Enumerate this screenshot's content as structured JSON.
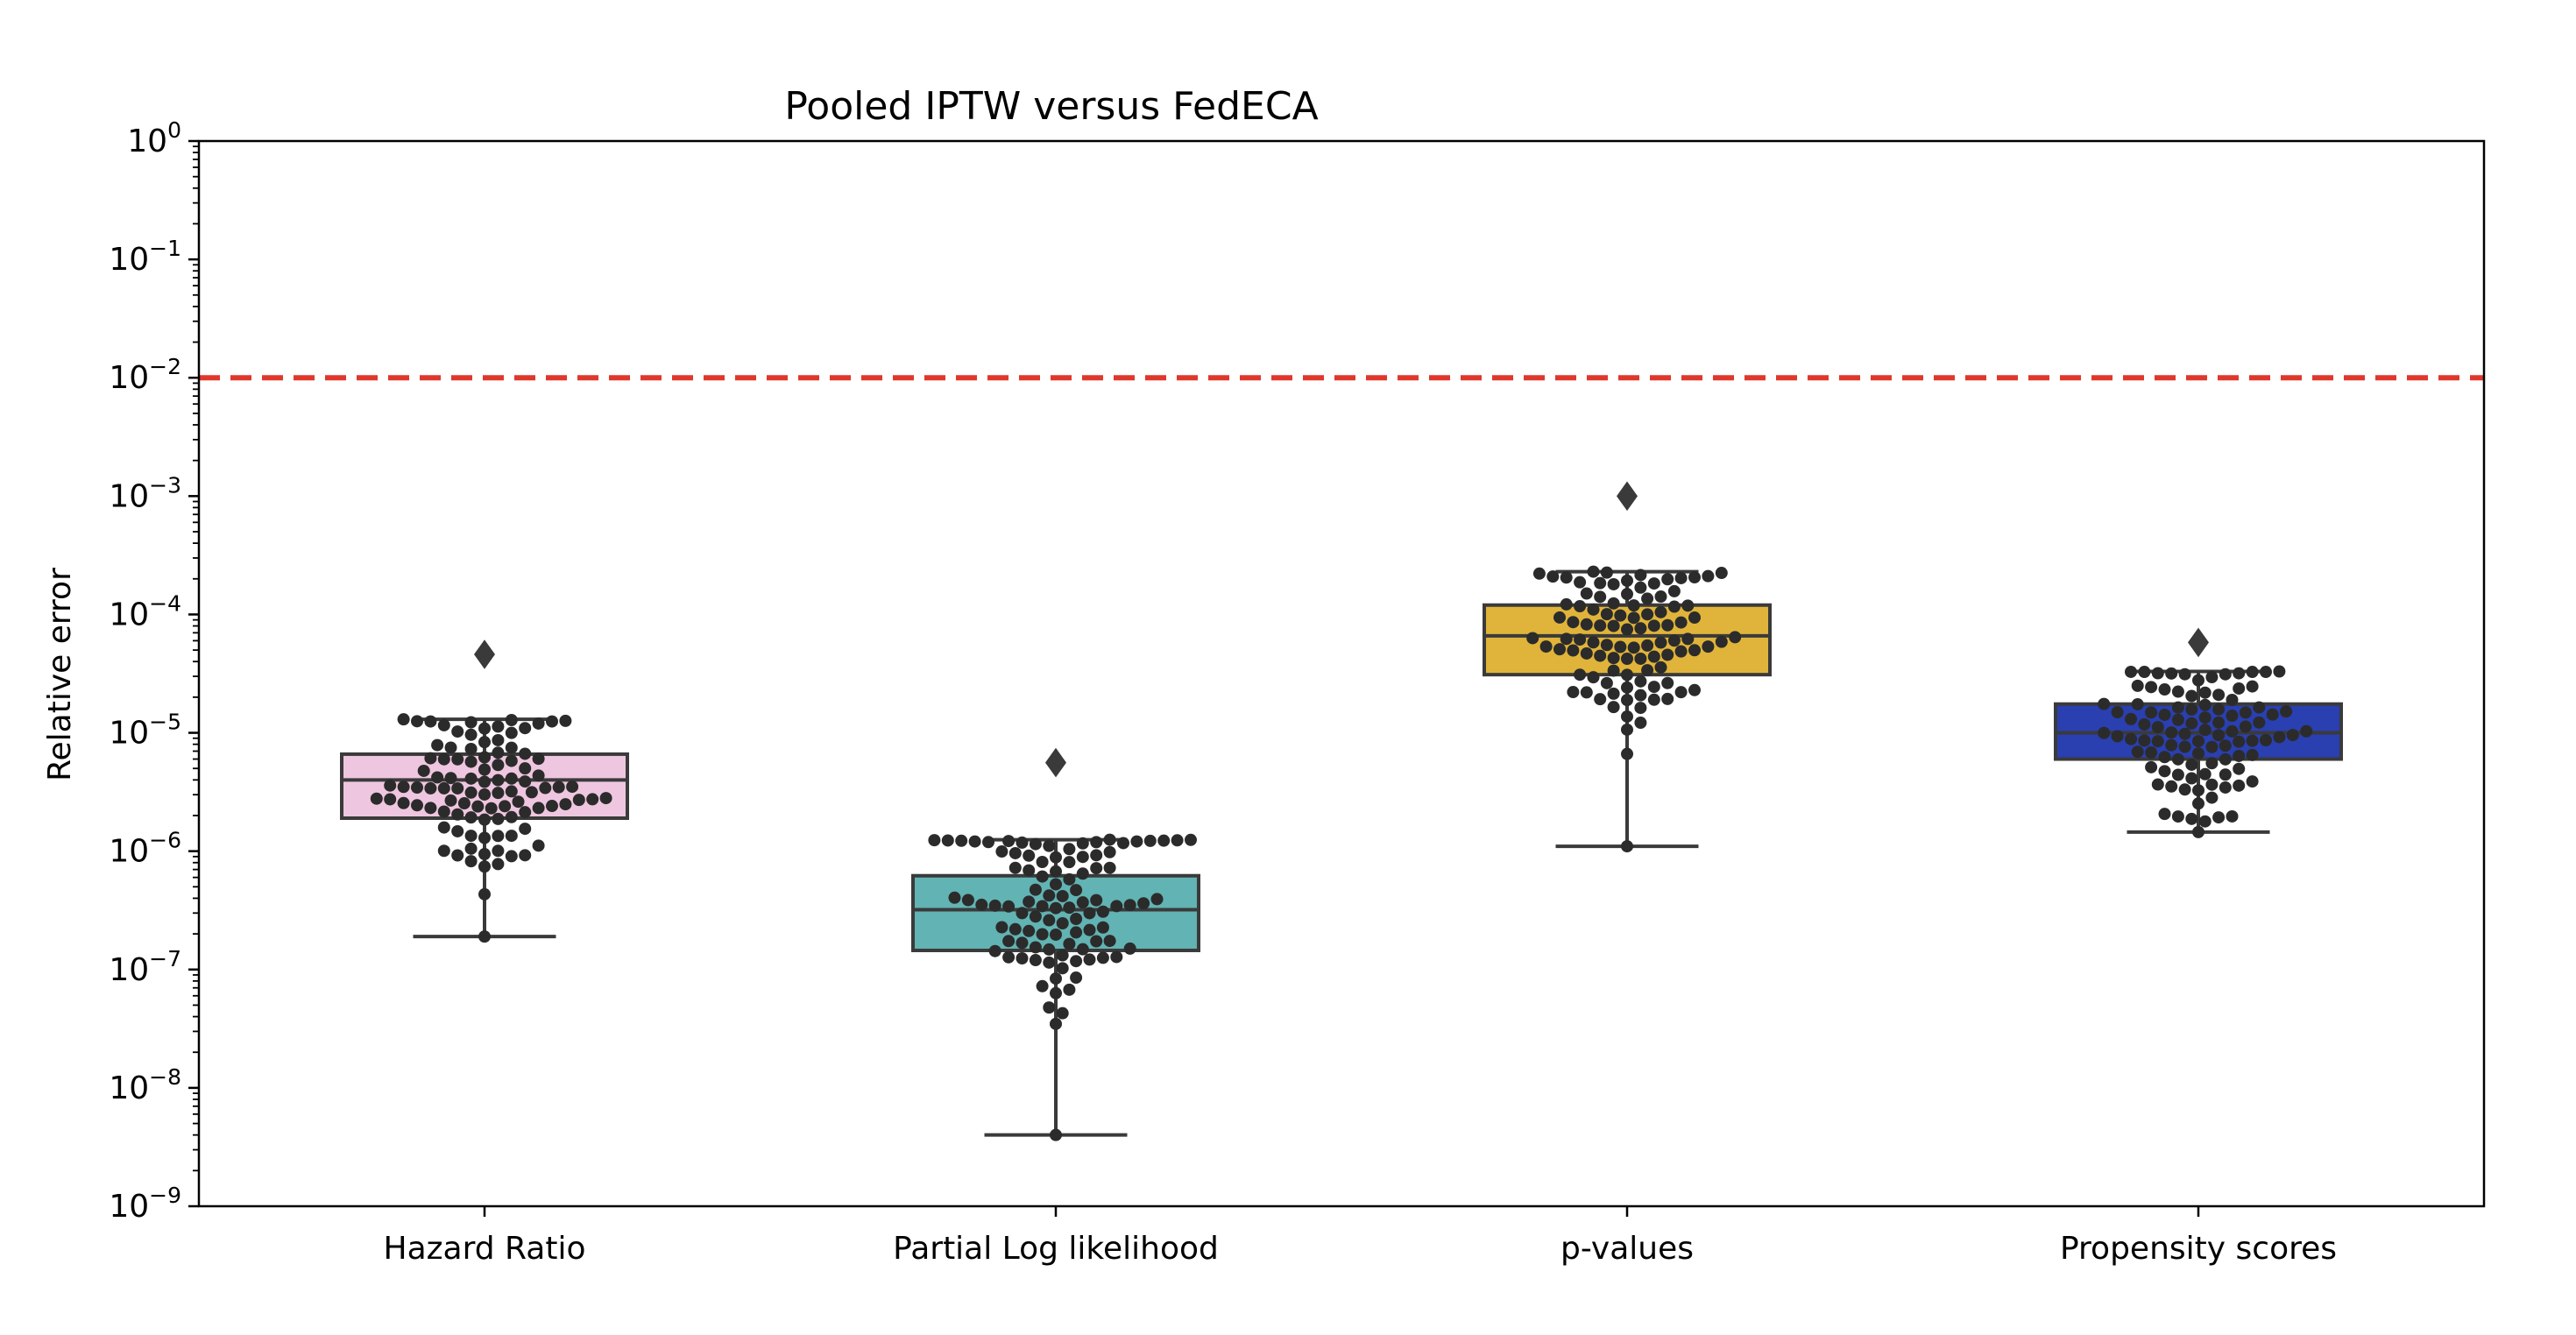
{
  "chart_data": {
    "type": "box",
    "title": "Pooled IPTW versus FedECA",
    "xlabel": "",
    "ylabel": "Relative error",
    "yscale": "log",
    "ylim": [
      1e-09,
      1
    ],
    "y_ticks": [
      {
        "base": "10",
        "exp": "−9",
        "value": 1e-09
      },
      {
        "base": "10",
        "exp": "−8",
        "value": 1e-08
      },
      {
        "base": "10",
        "exp": "−7",
        "value": 1e-07
      },
      {
        "base": "10",
        "exp": "−6",
        "value": 1e-06
      },
      {
        "base": "10",
        "exp": "−5",
        "value": 1e-05
      },
      {
        "base": "10",
        "exp": "−4",
        "value": 0.0001
      },
      {
        "base": "10",
        "exp": "−3",
        "value": 0.001
      },
      {
        "base": "10",
        "exp": "−2",
        "value": 0.01
      },
      {
        "base": "10",
        "exp": "−1",
        "value": 0.1
      },
      {
        "base": "10",
        "exp": "0",
        "value": 1
      }
    ],
    "reference_line": {
      "value": 0.01,
      "color": "#e0372b",
      "style": "dashed"
    },
    "categories": [
      "Hazard Ratio",
      "Partial Log likelihood",
      "p-values",
      "Propensity scores"
    ],
    "boxes": [
      {
        "category": "Hazard Ratio",
        "color": "#efc6df",
        "whisker_low": 1.9e-07,
        "q1": 1.9e-06,
        "median": 4e-06,
        "q3": 6.6e-06,
        "whisker_high": 1.3e-05,
        "outliers": [
          4.6e-05
        ]
      },
      {
        "category": "Partial Log likelihood",
        "color": "#62b3b3",
        "whisker_low": 4e-09,
        "q1": 1.45e-07,
        "median": 3.2e-07,
        "q3": 6.2e-07,
        "whisker_high": 1.25e-06,
        "outliers": [
          5.6e-06
        ]
      },
      {
        "category": "p-values",
        "color": "#e0b43a",
        "whisker_low": 1.1e-06,
        "q1": 3.1e-05,
        "median": 6.6e-05,
        "q3": 0.00012,
        "whisker_high": 0.00023,
        "outliers": [
          0.001
        ]
      },
      {
        "category": "Propensity scores",
        "color": "#2a3fb0",
        "whisker_low": 1.45e-06,
        "q1": 6e-06,
        "median": 1e-05,
        "q3": 1.75e-05,
        "whisker_high": 3.3e-05,
        "outliers": [
          5.8e-05
        ]
      }
    ],
    "swarm": {
      "color": "#2b2b2b",
      "n_points_per_category": 100
    }
  }
}
